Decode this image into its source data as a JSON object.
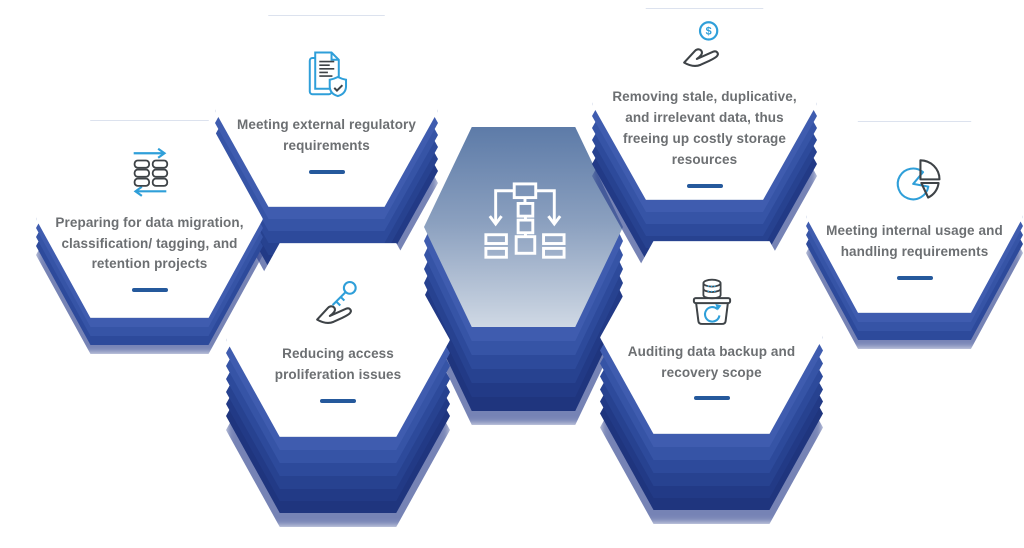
{
  "diagram_title": "",
  "center": {
    "icon": "hierarchy-flowchart-icon"
  },
  "nodes": {
    "left": {
      "label": "Preparing for data migration, classification/ tagging, and retention projects",
      "icon": "data-migration-icon"
    },
    "topLeft": {
      "label": "Meeting external regulatory requirements",
      "icon": "regulatory-document-shield-icon"
    },
    "topRight": {
      "label": "Removing stale, duplicative, and irrelevant data, thus freeing up costly storage resources",
      "icon": "hand-dollar-coin-icon"
    },
    "right": {
      "label": "Meeting internal usage and handling requirements",
      "icon": "pie-chart-icon"
    },
    "bottomLeft": {
      "label": "Reducing access proliferation issues",
      "icon": "hand-key-icon"
    },
    "bottomRight": {
      "label": "Auditing data backup and recovery scope",
      "icon": "backup-recovery-box-icon"
    }
  },
  "colors": {
    "extrusion_blue": "#2d4a9b",
    "accent_light_blue": "#2f9fd9",
    "icon_dark_gray": "#3e4347",
    "text_gray": "#6c6f72",
    "divider_blue": "#25599c",
    "center_gradient_top": "#5d7ba8",
    "center_gradient_bottom": "#cfd8e4"
  }
}
